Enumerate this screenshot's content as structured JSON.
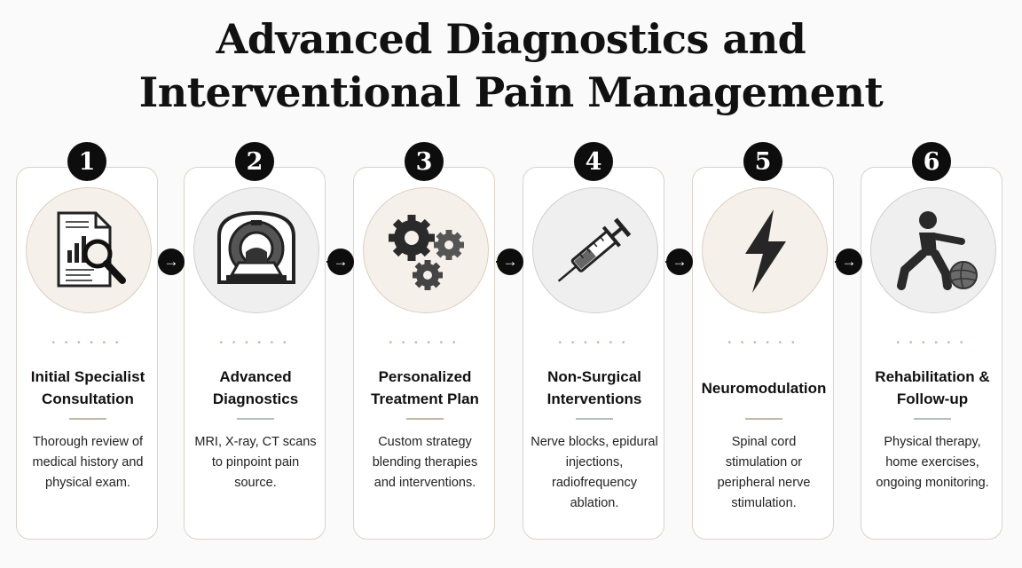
{
  "title_line1": "Advanced Diagnostics and",
  "title_line2": "Interventional Pain Management",
  "arrow_glyph": "→",
  "dots": "• • • • • •",
  "steps": [
    {
      "number": "1",
      "title": "Initial Specialist Consultation",
      "description": "Thorough review of medical history and physical exam.",
      "icon": "document-magnifier-icon"
    },
    {
      "number": "2",
      "title": "Advanced Diagnostics",
      "description": "MRI, X-ray, CT scans to pinpoint pain source.",
      "icon": "mri-scanner-icon"
    },
    {
      "number": "3",
      "title": "Personalized Treatment Plan",
      "description": "Custom strategy blending therapies and interventions.",
      "icon": "gears-icon"
    },
    {
      "number": "4",
      "title": "Non-Surgical Interventions",
      "description": "Nerve blocks, epidural injections, radiofrequency ablation.",
      "icon": "syringe-icon"
    },
    {
      "number": "5",
      "title": "Neuromodulation",
      "description": "Spinal cord stimulation or peripheral nerve stimulation.",
      "icon": "lightning-bolt-icon"
    },
    {
      "number": "6",
      "title": "Rehabilitation & Follow-up",
      "description": "Physical therapy, home exercises, ongoing monitoring.",
      "icon": "exercise-person-icon"
    }
  ],
  "colors": {
    "warm_circle": "#f5f0ea",
    "cool_circle": "#efefef",
    "card_border": "#d9d3cc",
    "accent_dark": "#0d0d0d"
  }
}
